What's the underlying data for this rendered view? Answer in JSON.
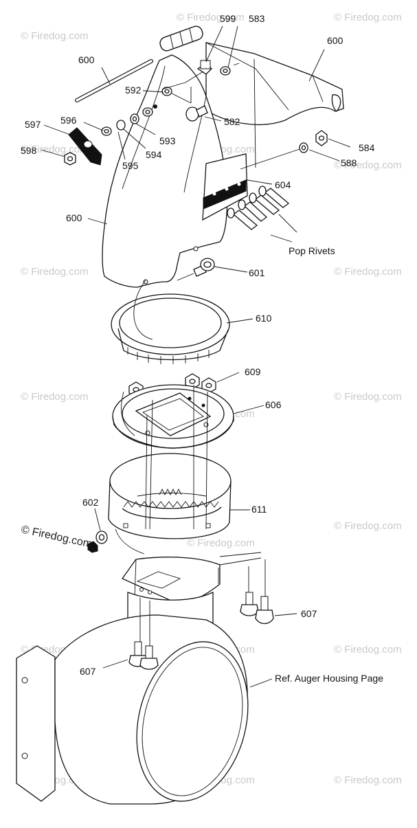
{
  "diagram": {
    "part_labels": [
      {
        "id": "599",
        "text": "599"
      },
      {
        "id": "583",
        "text": "583"
      },
      {
        "id": "600a",
        "text": "600"
      },
      {
        "id": "600b",
        "text": "600"
      },
      {
        "id": "600c",
        "text": "600"
      },
      {
        "id": "592",
        "text": "592"
      },
      {
        "id": "582",
        "text": "582"
      },
      {
        "id": "597",
        "text": "597"
      },
      {
        "id": "596",
        "text": "596"
      },
      {
        "id": "593",
        "text": "593"
      },
      {
        "id": "594",
        "text": "594"
      },
      {
        "id": "595",
        "text": "595"
      },
      {
        "id": "598",
        "text": "598"
      },
      {
        "id": "584",
        "text": "584"
      },
      {
        "id": "588",
        "text": "588"
      },
      {
        "id": "604",
        "text": "604"
      },
      {
        "id": "601",
        "text": "601"
      },
      {
        "id": "610",
        "text": "610"
      },
      {
        "id": "609",
        "text": "609"
      },
      {
        "id": "606",
        "text": "606"
      },
      {
        "id": "602",
        "text": "602"
      },
      {
        "id": "611",
        "text": "611"
      },
      {
        "id": "607a",
        "text": "607"
      },
      {
        "id": "607b",
        "text": "607"
      }
    ],
    "notes": {
      "pop_rivets": "Pop Rivets",
      "ref_auger": "Ref. Auger Housing Page"
    },
    "watermark": "© Firedog.com"
  }
}
